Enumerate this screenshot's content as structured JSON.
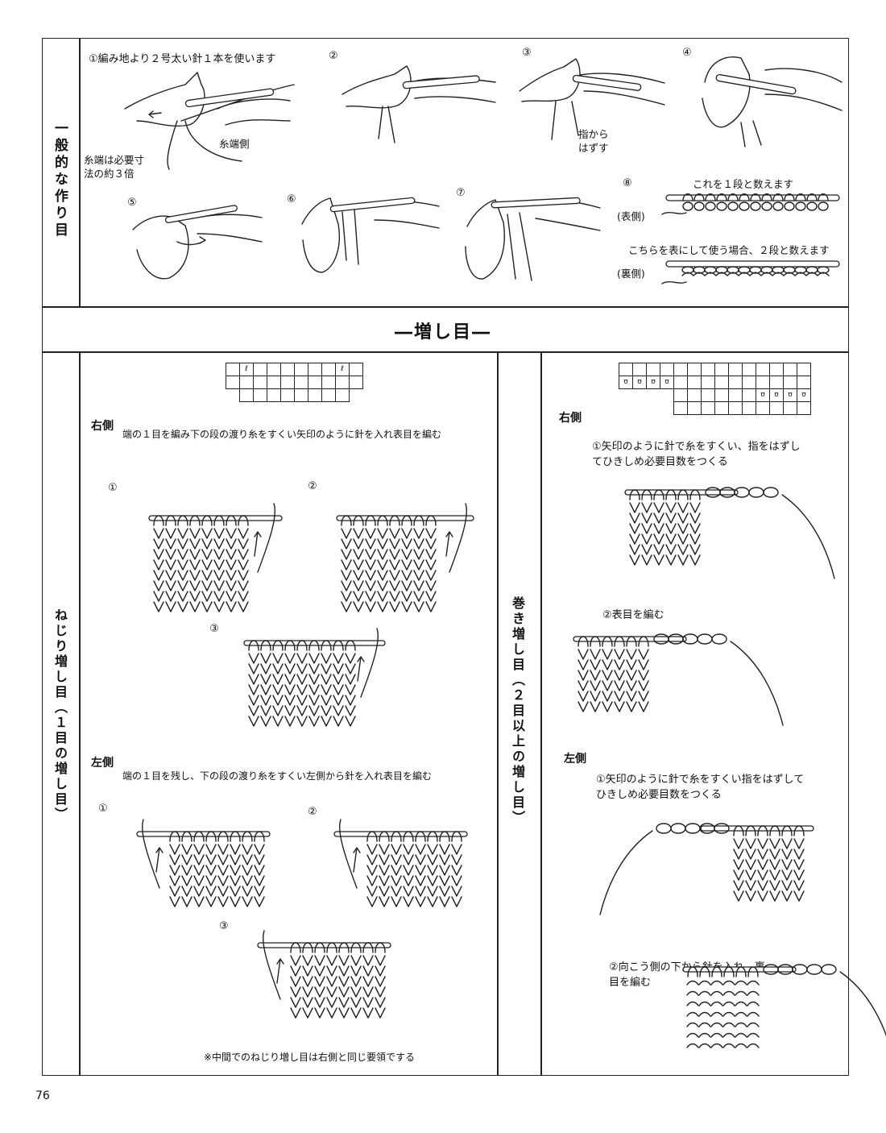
{
  "top_section": {
    "side_label": "一般的な作り目",
    "step1_caption": "①編み地より２号太い針１本を使います",
    "step2_num": "②",
    "step3_num": "③",
    "step4_num": "④",
    "step5_num": "⑤",
    "step6_num": "⑥",
    "step7_num": "⑦",
    "step8_num": "⑧",
    "yarn_end_label": "糸端は必要寸\n法の約３倍",
    "yarn_side_label": "糸端側",
    "finger_label": "指から\nはずす",
    "count_one_row": "これを１段と数えます",
    "front_side": "(表側)",
    "count_two_rows": "こちらを表にして使う場合、２段と数えます",
    "back_side": "(裏側)"
  },
  "section_title": "―増し目―",
  "left_panel": {
    "side_label": "ねじり増し目（１目の増し目）",
    "right_heading": "右側",
    "right_caption": "端の１目を編み下の段の渡り糸をすくい矢印のように針を入れ表目を編む",
    "left_heading": "左側",
    "left_caption": "端の１目を残し、下の段の渡り糸をすくい左側から針を入れ表目を編む",
    "n1": "①",
    "n2": "②",
    "n3": "③",
    "footnote": "※中間でのねじり増し目は右側と同じ要領でする",
    "grid_symbol": "ℓ"
  },
  "right_panel": {
    "side_label": "巻き増し目（２目以上の増し目）",
    "right_heading": "右側",
    "right_step1": "①矢印のように針で糸をすくい、指をはずし\nてひきしめ必要目数をつくる",
    "right_step2": "②表目を編む",
    "left_heading": "左側",
    "left_step1": "①矢印のように針で糸をすくい指をはずして\nひきしめ必要目数をつくる",
    "left_step2": "②向こう側の下から針を入れ、裏\n目を編む",
    "grid_symbol": "ʊ"
  },
  "page_number": "76"
}
